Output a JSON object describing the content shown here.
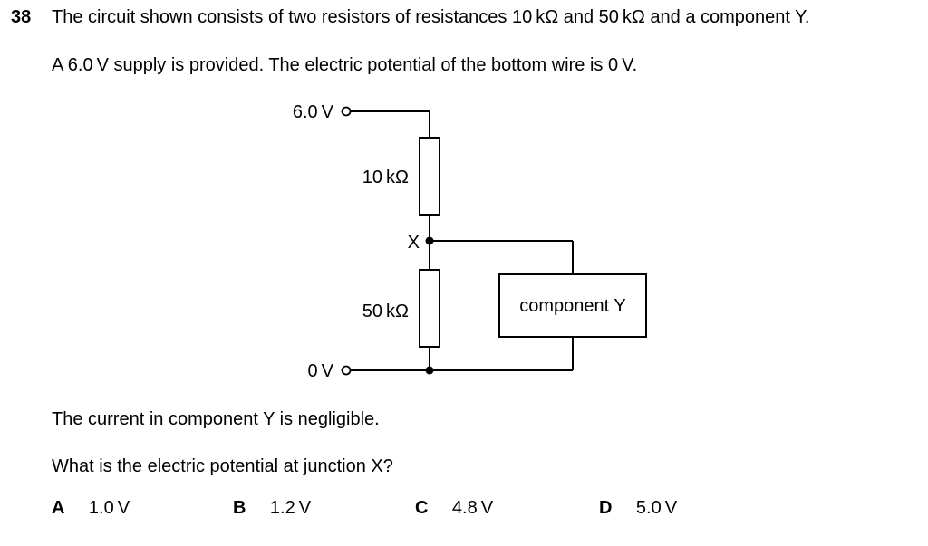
{
  "question": {
    "number": "38",
    "line1": "The circuit shown consists of two resistors of resistances 10 kΩ and 50 kΩ and a component Y.",
    "line2": "A 6.0 V supply is provided. The electric potential of the bottom wire is 0 V.",
    "line3": "The current in component Y is negligible.",
    "line4": "What is the electric potential at junction X?"
  },
  "circuit": {
    "supply_label": "6.0 V",
    "ground_label": "0 V",
    "r1_label": "10 kΩ",
    "r2_label": "50 kΩ",
    "junction_label": "X",
    "component_label": "component Y"
  },
  "options": [
    {
      "letter": "A",
      "value": "1.0 V"
    },
    {
      "letter": "B",
      "value": "1.2 V"
    },
    {
      "letter": "C",
      "value": "4.8 V"
    },
    {
      "letter": "D",
      "value": "5.0 V"
    }
  ]
}
